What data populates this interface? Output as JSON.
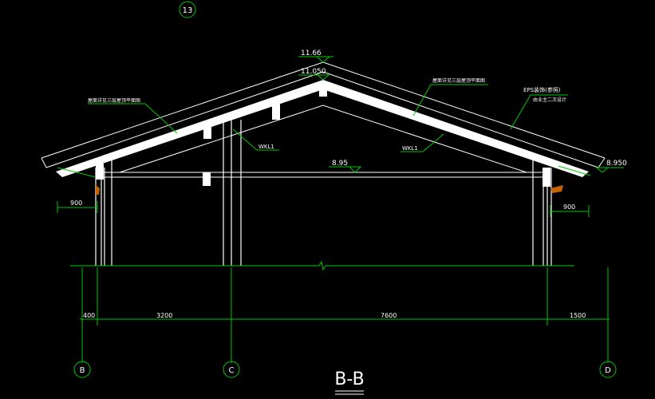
{
  "drawing": {
    "section_title": "B-B",
    "top_axis_tag": "13",
    "axis_tags": {
      "b": "B",
      "c": "C",
      "d": "D"
    },
    "elevations": {
      "ridge_top": "11.66",
      "ridge_beam": "11.050",
      "tie_level": "8.95",
      "eave_right": "8.950"
    },
    "beam_labels": {
      "left": "WKL1",
      "right": "WKL1"
    },
    "notes": {
      "left_roof": "屋面详见三层屋顶平面图",
      "right_roof": "屋面详见三层屋顶平面图",
      "eps_line1": "EPS装饰(参照)",
      "eps_line2": "由业主二次设计"
    },
    "overhangs": {
      "left": "900",
      "right": "900"
    },
    "dimensions": {
      "d1": "400",
      "d2": "3200",
      "d3": "7600",
      "d4": "1500"
    }
  }
}
